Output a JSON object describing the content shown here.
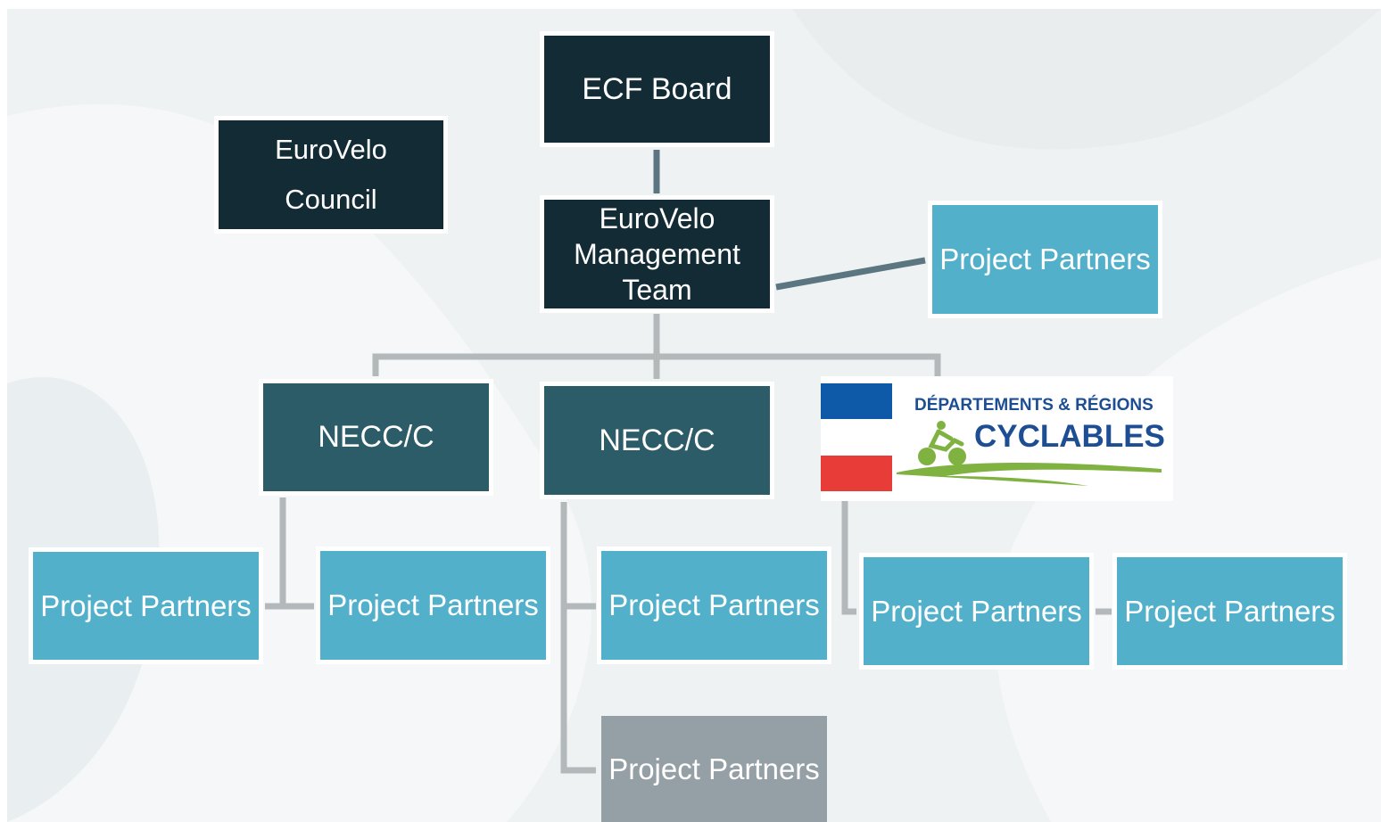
{
  "diagram": {
    "board": "ECF Board",
    "council_line1": "EuroVelo",
    "council_line2": "Council",
    "management_line1": "EuroVelo",
    "management_line2": "Management",
    "management_line3": "Team",
    "necc_left": "NECC/C",
    "necc_middle": "NECC/C",
    "partners_top_right": "Project Partners",
    "partners_left_1": "Project Partners",
    "partners_left_2": "Project Partners",
    "partners_middle_1": "Project Partners",
    "partners_middle_2": "Project Partners",
    "partners_right_1": "Project Partners",
    "partners_right_2": "Project Partners"
  },
  "logo": {
    "line1": "DÉPARTEMENTS & RÉGIONS",
    "line2": "CYCLABLES"
  },
  "colors": {
    "dark": "#122b35",
    "teal": "#2c5c67",
    "light_blue": "#52b0cb",
    "grey": "#959fa6",
    "connector_dark": "#5b7680",
    "connector_light": "#b3b8bb",
    "logo_blue": "#1d4e94",
    "logo_green": "#7fb241",
    "flag_blue": "#0e5aa8",
    "flag_red": "#e83c38"
  }
}
